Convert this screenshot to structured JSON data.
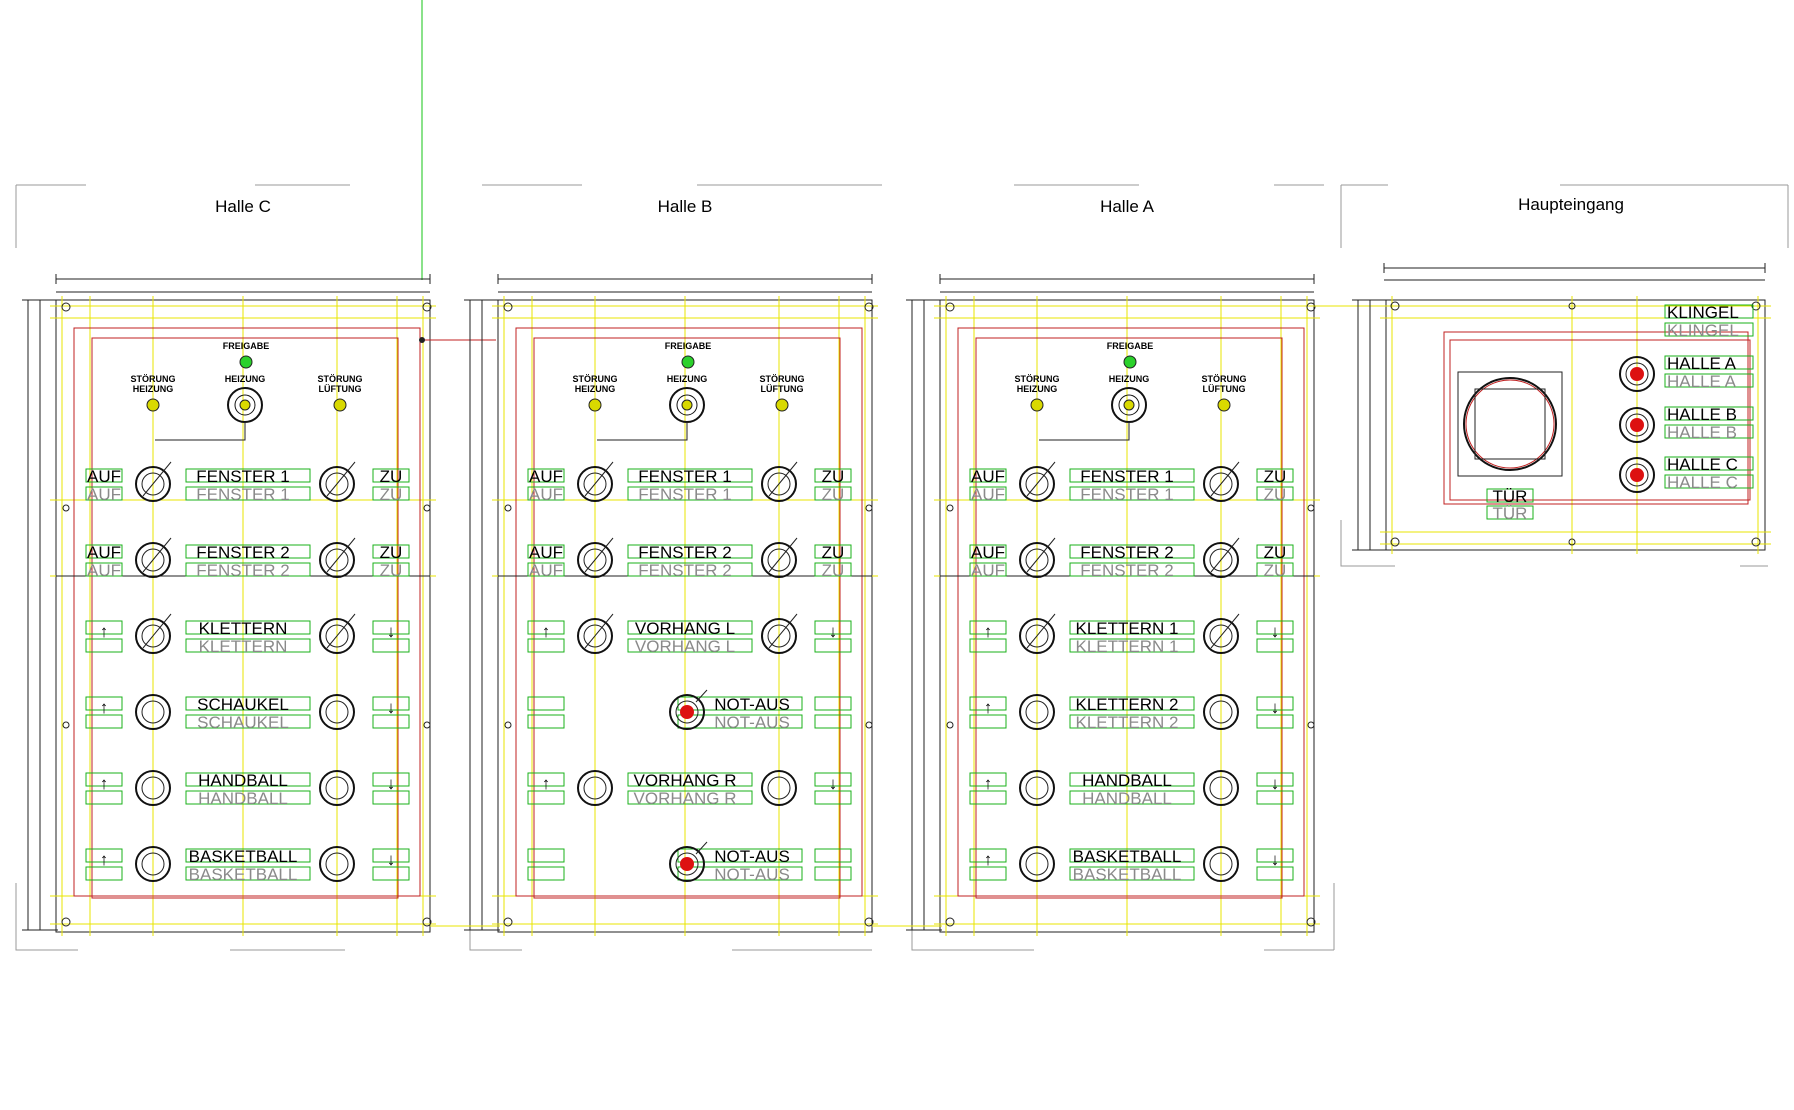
{
  "colors": {
    "guide_yellow": "#e9e600",
    "label_green": "#19b219",
    "frame_red": "#c02020",
    "lamp_green": "#2bd12b",
    "lamp_yellow": "#d9d900",
    "estop_red": "#dd1111"
  },
  "panels": [
    {
      "title": "Halle C",
      "freigabe": "FREIGABE",
      "stoerung_heizung": [
        "STÖRUNG",
        "HEIZUNG"
      ],
      "heizung": "HEIZUNG",
      "stoerung_lueftung": [
        "STÖRUNG",
        "LÜFTUNG"
      ],
      "rows": [
        {
          "left": "AUF",
          "center": "FENSTER 1",
          "right": "ZU",
          "kind": "window"
        },
        {
          "left": "AUF",
          "center": "FENSTER 2",
          "right": "ZU",
          "kind": "window"
        },
        {
          "left": "↑",
          "center": "KLETTERN",
          "right": "↓",
          "kind": "hatched"
        },
        {
          "left": "↑",
          "center": "SCHAUKEL",
          "right": "↓",
          "kind": "plain"
        },
        {
          "left": "↑",
          "center": "HANDBALL",
          "right": "↓",
          "kind": "plain"
        },
        {
          "left": "↑",
          "center": "BASKETBALL",
          "right": "↓",
          "kind": "plain"
        }
      ]
    },
    {
      "title": "Halle B",
      "freigabe": "FREIGABE",
      "stoerung_heizung": [
        "STÖRUNG",
        "HEIZUNG"
      ],
      "heizung": "HEIZUNG",
      "stoerung_lueftung": [
        "STÖRUNG",
        "LÜFTUNG"
      ],
      "rows": [
        {
          "left": "AUF",
          "center": "FENSTER 1",
          "right": "ZU",
          "kind": "window"
        },
        {
          "left": "AUF",
          "center": "FENSTER 2",
          "right": "ZU",
          "kind": "window"
        },
        {
          "left": "↑",
          "center": "VORHANG L",
          "right": "↓",
          "kind": "hatched"
        },
        {
          "left": "",
          "center": "NOT-AUS",
          "right": "",
          "kind": "estop"
        },
        {
          "left": "↑",
          "center": "VORHANG R",
          "right": "↓",
          "kind": "plain"
        },
        {
          "left": "",
          "center": "NOT-AUS",
          "right": "",
          "kind": "estop"
        }
      ]
    },
    {
      "title": "Halle A",
      "freigabe": "FREIGABE",
      "stoerung_heizung": [
        "STÖRUNG",
        "HEIZUNG"
      ],
      "heizung": "HEIZUNG",
      "stoerung_lueftung": [
        "STÖRUNG",
        "LÜFTUNG"
      ],
      "rows": [
        {
          "left": "AUF",
          "center": "FENSTER 1",
          "right": "ZU",
          "kind": "window"
        },
        {
          "left": "AUF",
          "center": "FENSTER 2",
          "right": "ZU",
          "kind": "window"
        },
        {
          "left": "↑",
          "center": "KLETTERN 1",
          "right": "↓",
          "kind": "hatched"
        },
        {
          "left": "↑",
          "center": "KLETTERN 2",
          "right": "↓",
          "kind": "plain"
        },
        {
          "left": "↑",
          "center": "HANDBALL",
          "right": "↓",
          "kind": "plain"
        },
        {
          "left": "↑",
          "center": "BASKETBALL",
          "right": "↓",
          "kind": "plain"
        }
      ]
    }
  ],
  "entrance": {
    "title": "Haupteingang",
    "klingel": "KLINGEL",
    "door": "TÜR",
    "buttons": [
      "HALLE A",
      "HALLE B",
      "HALLE C"
    ]
  }
}
